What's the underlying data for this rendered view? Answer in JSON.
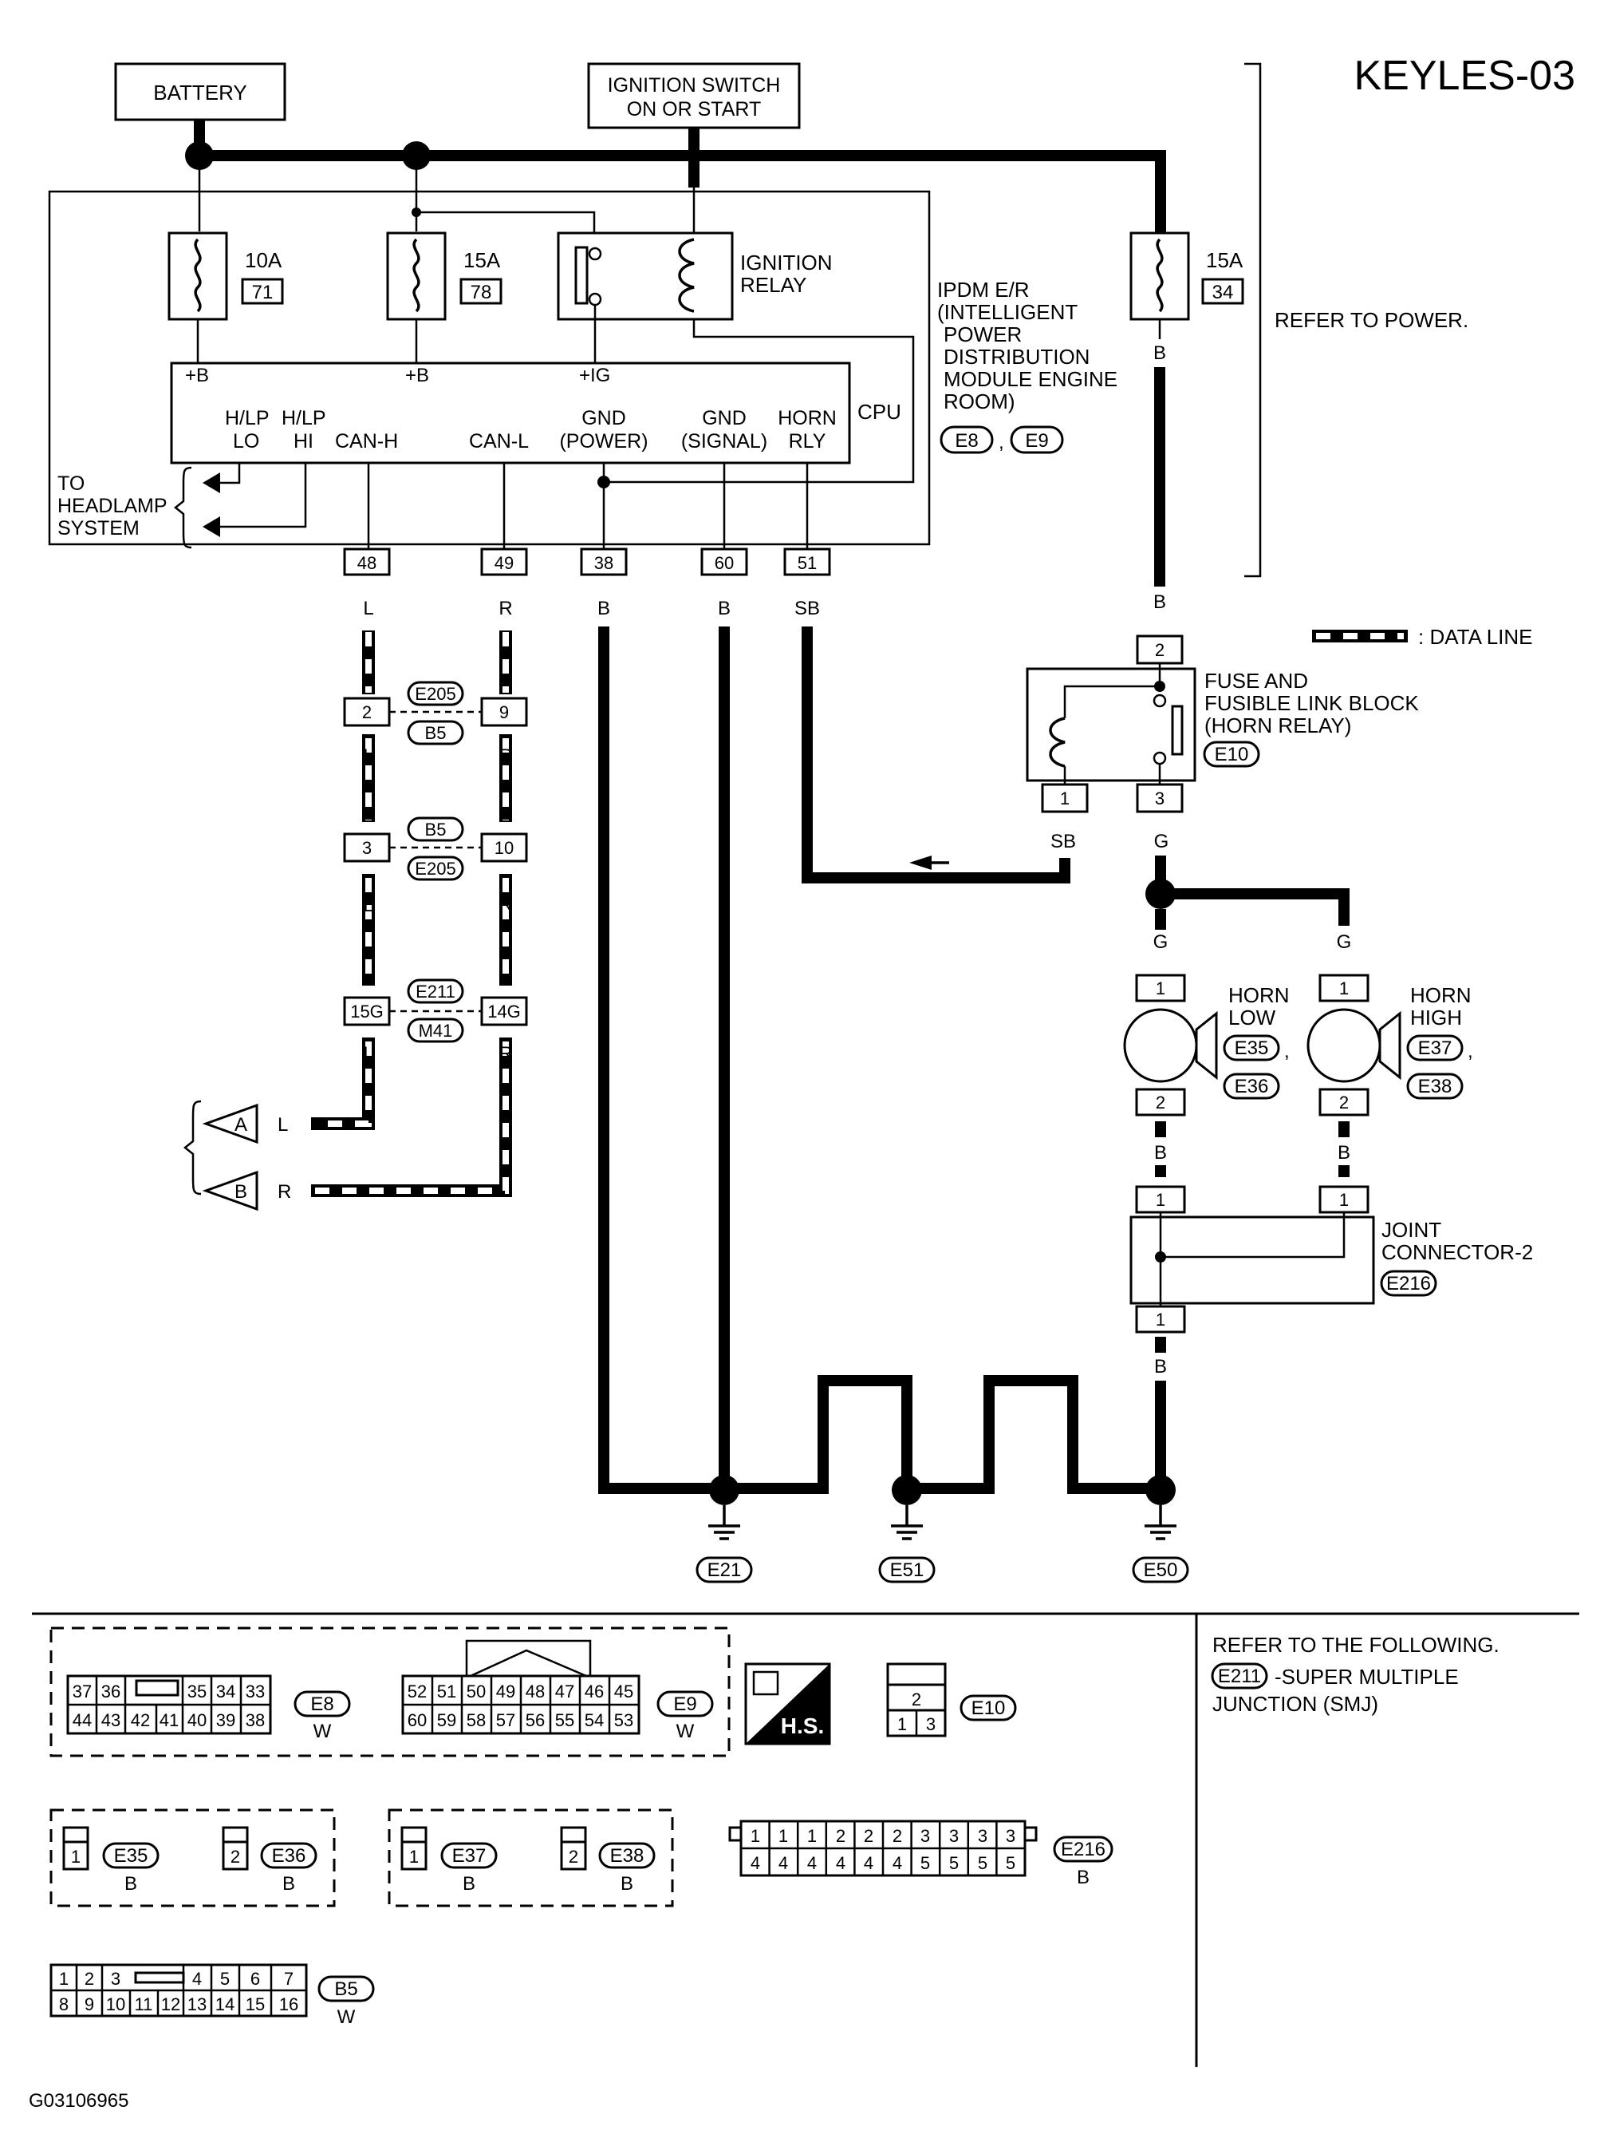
{
  "page": {
    "title": "KEYLES-03",
    "figure_id": "G03106965"
  },
  "sources": {
    "battery": "BATTERY",
    "ignition_line1": "IGNITION SWITCH",
    "ignition_line2": "ON OR START",
    "refer_power": "REFER TO POWER."
  },
  "ipdm": {
    "fuse1_amp": "10A",
    "fuse1_num": "71",
    "fuse2_amp": "15A",
    "fuse2_num": "78",
    "fuse3_amp": "15A",
    "fuse3_num": "34",
    "relay_line1": "IGNITION",
    "relay_line2": "RELAY",
    "cpu": "CPU",
    "pin_b1": "+B",
    "pin_b2": "+B",
    "pin_ig": "+IG",
    "hlp1": "H/LP",
    "hlp_lo": "LO",
    "hlp2": "H/LP",
    "hlp_hi": "HI",
    "canh": "CAN-H",
    "canl": "CAN-L",
    "gnd_power_1": "GND",
    "gnd_power_2": "(POWER)",
    "gnd_signal_1": "GND",
    "gnd_signal_2": "(SIGNAL)",
    "horn_rly_1": "HORN",
    "horn_rly_2": "RLY",
    "name_lines": [
      "IPDM E/R",
      "(INTELLIGENT",
      "POWER",
      "DISTRIBUTION",
      "MODULE ENGINE",
      "ROOM)"
    ],
    "conn1": "E8",
    "conn2": "E9",
    "headlamp": [
      "TO",
      "HEADLAMP",
      "SYSTEM"
    ],
    "pins": [
      "48",
      "49",
      "38",
      "60",
      "51"
    ]
  },
  "wires": {
    "canh_color": "L",
    "canl_color": "R",
    "gnd38_color": "B",
    "gnd60_color": "B",
    "horn_color": "SB",
    "fuse34_color": "B",
    "horn_relay_out": "G",
    "g_color": "G",
    "b_color": "B"
  },
  "junctions": {
    "j1_left": "2",
    "j1_right": "9",
    "j1_top": "E205",
    "j1_bottom": "B5",
    "j2_left": "3",
    "j2_right": "10",
    "j2_top": "B5",
    "j2_bottom": "E205",
    "j3_left": "15G",
    "j3_right": "14G",
    "j3_top": "E211",
    "j3_bottom": "M41",
    "out_a": "A",
    "out_b": "B",
    "out_a_color": "L",
    "out_b_color": "R"
  },
  "legend": {
    "data_line": ": DATA LINE"
  },
  "horn_relay": {
    "lines": [
      "FUSE AND",
      "FUSIBLE LINK BLOCK",
      "(HORN RELAY)"
    ],
    "conn": "E10",
    "pin_top": "2",
    "pin_left": "1",
    "pin_right": "3"
  },
  "horns": {
    "low_1": "HORN",
    "low_2": "LOW",
    "low_c1": "E35",
    "low_c2": "E36",
    "high_1": "HORN",
    "high_2": "HIGH",
    "high_c1": "E37",
    "high_c2": "E38",
    "pin1": "1",
    "pin2": "2",
    "comma": ","
  },
  "joint": {
    "line1": "JOINT",
    "line2": "CONNECTOR-2",
    "conn": "E216",
    "pin1": "1"
  },
  "grounds": [
    "E21",
    "E51",
    "E50"
  ],
  "bottom": {
    "e8_top": [
      "37",
      "36",
      "",
      "35",
      "34",
      "33"
    ],
    "e8_bottom": [
      "44",
      "43",
      "42",
      "41",
      "40",
      "39",
      "38"
    ],
    "e8": "E8",
    "e8_color": "W",
    "e9_top": [
      "52",
      "51",
      "50",
      "49",
      "48",
      "47",
      "46",
      "45"
    ],
    "e9_bottom": [
      "60",
      "59",
      "58",
      "57",
      "56",
      "55",
      "54",
      "53"
    ],
    "e9": "E9",
    "e9_color": "W",
    "hs": "H.S.",
    "e10_top": "2",
    "e10_b1": "1",
    "e10_b2": "3",
    "e10": "E10",
    "e35": "E35",
    "e36": "E36",
    "e37": "E37",
    "e38": "E38",
    "color_b": "B",
    "e216_top": [
      "1",
      "1",
      "1",
      "2",
      "2",
      "2",
      "3",
      "3",
      "3",
      "3"
    ],
    "e216_bottom": [
      "4",
      "4",
      "4",
      "4",
      "4",
      "4",
      "5",
      "5",
      "5",
      "5"
    ],
    "e216": "E216",
    "e216_color": "B",
    "b5_top": [
      "1",
      "2",
      "3",
      "",
      "4",
      "5",
      "6",
      "7"
    ],
    "b5_bottom": [
      "8",
      "9",
      "10",
      "11",
      "12",
      "13",
      "14",
      "15",
      "16"
    ],
    "b5": "B5",
    "b5_color": "W",
    "refer_title": "REFER TO THE FOLLOWING.",
    "refer_conn": "E211",
    "refer_1": "-SUPER MULTIPLE",
    "refer_2": "JUNCTION (SMJ)"
  }
}
